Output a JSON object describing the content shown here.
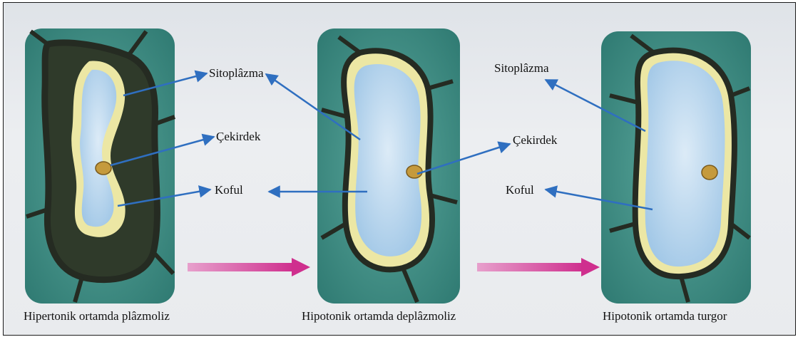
{
  "labels": {
    "sitoplazma_1": "Sitoplâzma",
    "cekirdek_1": "Çekirdek",
    "koful_1": "Koful",
    "sitoplazma_2": "Sitoplâzma",
    "cekirdek_2": "Çekirdek",
    "koful_2": "Koful"
  },
  "captions": {
    "left": "Hipertonik ortamda plâzmoliz",
    "middle": "Hipotonik ortamda deplâzmoliz",
    "right": "Hipotonik ortamda turgor"
  },
  "colors": {
    "tile_bg": "#3f8f86",
    "cell_wall": "#3a3f34",
    "cytoplasm": "#ece7a4",
    "vacuole": "#bcd7ee",
    "nucleus": "#c59a3c",
    "shrunk_space": "#2f3a2a",
    "label_arrow": "#2f6fc0",
    "process_arrow": "#d6429a"
  }
}
